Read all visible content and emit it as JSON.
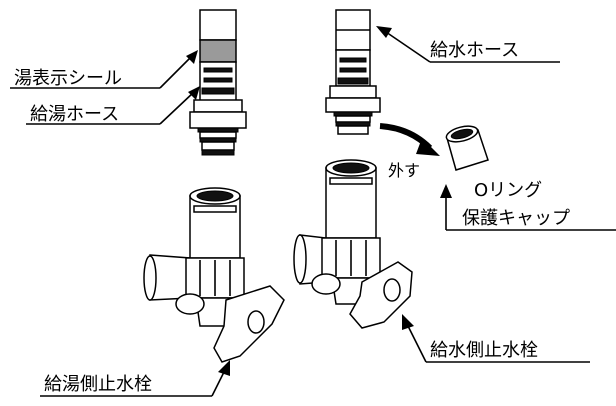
{
  "labels": {
    "hot_water_seal": "湯表示シール",
    "hot_water_hose": "給湯ホース",
    "cold_water_hose": "給水ホース",
    "remove": "外す",
    "o_ring_cap_line1": "Oリング",
    "o_ring_cap_line2": "保護キャップ",
    "cold_stop_valve": "給水側止水栓",
    "hot_stop_valve": "給湯側止水栓"
  },
  "colors": {
    "seal_band": "#9a9a9a",
    "ink": "#000000",
    "background": "#ffffff"
  }
}
